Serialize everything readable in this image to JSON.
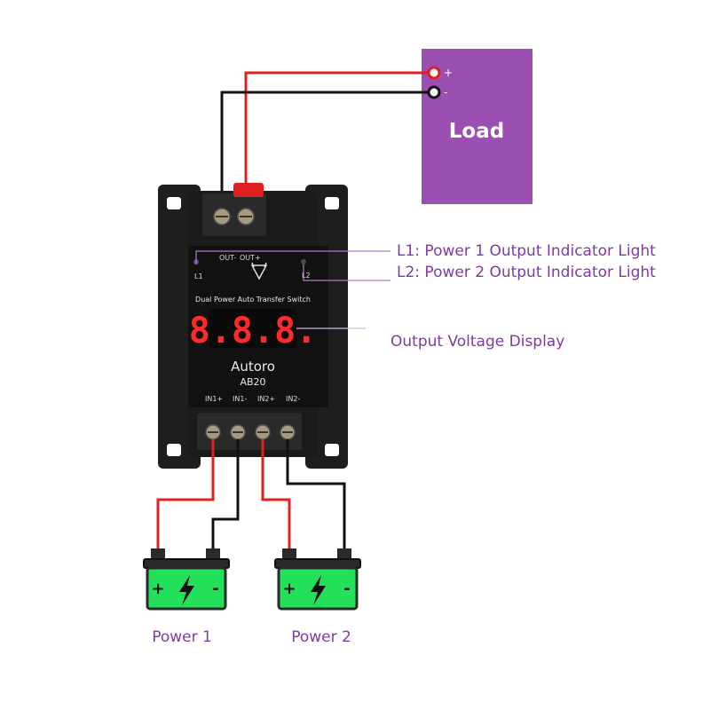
{
  "load": {
    "label": "Load",
    "plus": "+",
    "minus": "-",
    "color": "#9b4fb3"
  },
  "device": {
    "title": "Dual Power Auto Transfer Switch",
    "brand": "Autoro",
    "model": "AB20",
    "display_digits": "8.8.8.",
    "out_minus": "OUT-",
    "out_plus": "OUT+",
    "l1": "L1",
    "l2": "L2",
    "in_labels": [
      "IN1+",
      "IN1-",
      "IN2+",
      "IN2-"
    ]
  },
  "callouts": {
    "l1": "L1: Power 1 Output Indicator Light",
    "l2": "L2: Power 2 Output Indicator Light",
    "display": "Output Voltage Display"
  },
  "batteries": [
    {
      "label": "Power 1",
      "plus": "+",
      "minus": "-"
    },
    {
      "label": "Power 2",
      "plus": "+",
      "minus": "-"
    }
  ],
  "colors": {
    "label_purple": "#7d3aa8",
    "wire_red": "#e02020",
    "wire_black": "#111111",
    "battery_green": "#22e05a",
    "display_red": "#ff2a2a",
    "device_body": "#1b1b1b"
  }
}
